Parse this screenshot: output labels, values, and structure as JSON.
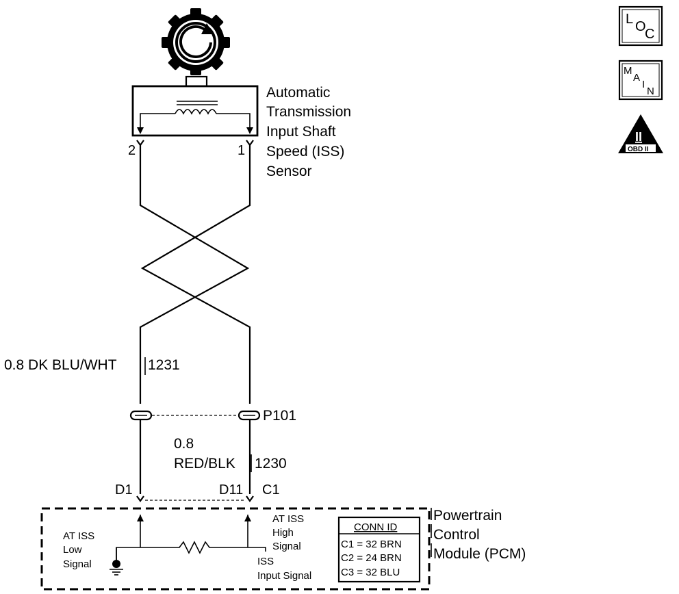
{
  "sensor": {
    "label_lines": [
      "Automatic",
      "Transmission",
      "Input Shaft",
      "Speed (ISS)",
      "Sensor"
    ],
    "pin_left": "2",
    "pin_right": "1"
  },
  "wire_left": {
    "label": "0.8 DK BLU/WHT",
    "circuit": "1231"
  },
  "wire_right": {
    "size": "0.8",
    "color": "RED/BLK",
    "circuit": "1230"
  },
  "connector": {
    "id": "P101"
  },
  "pcm_pins": {
    "left": "D1",
    "right": "D11",
    "conn": "C1"
  },
  "pcm": {
    "label_lines": [
      "Powertrain",
      "Control",
      "Module (PCM)"
    ],
    "low_signal_lines": [
      "AT ISS",
      "Low",
      "Signal"
    ],
    "high_signal_lines": [
      "AT ISS",
      "High",
      "Signal"
    ],
    "input_signal_lines": [
      "ISS",
      "Input Signal"
    ]
  },
  "conn_id": {
    "title": "CONN ID",
    "rows": [
      "C1 = 32 BRN",
      "C2 = 24 BRN",
      "C3 = 32 BLU"
    ]
  },
  "badges": {
    "loc": [
      "L",
      "O",
      "C"
    ],
    "main": [
      "M",
      "A",
      "I",
      "N"
    ],
    "obd_numeral": "II",
    "obd_text": "OBD II"
  }
}
